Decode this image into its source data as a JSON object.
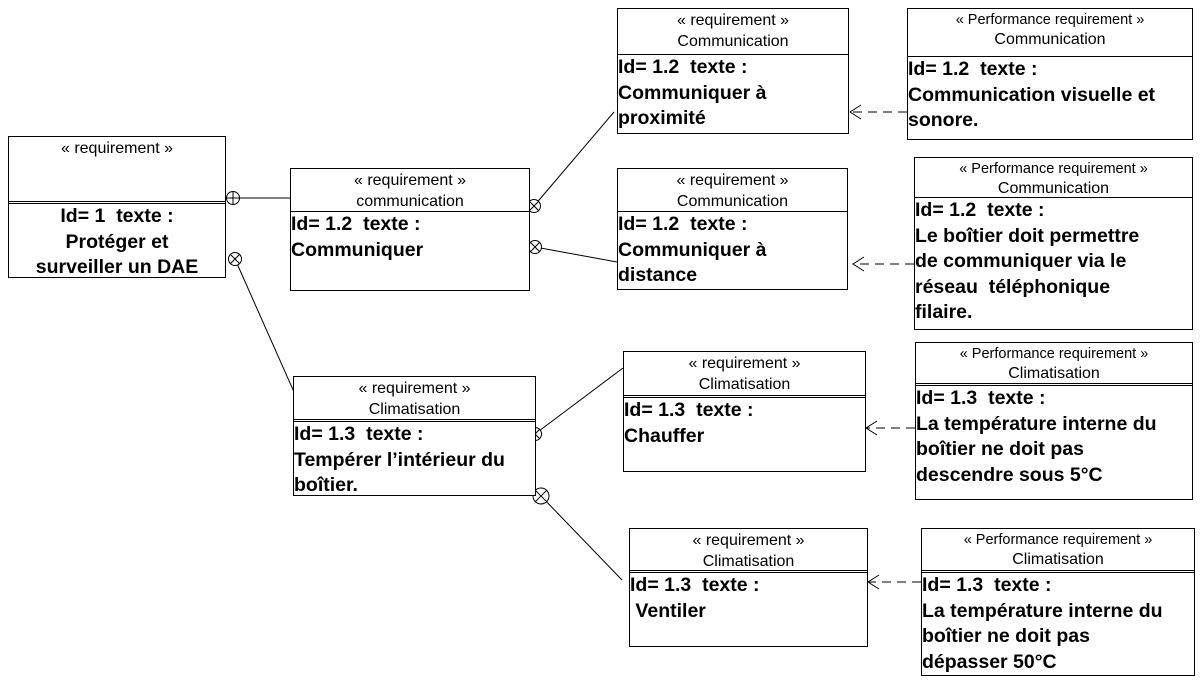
{
  "req1": {
    "stereotype": "« requirement »",
    "name": "",
    "text": "Id= 1  texte :\nProtéger et\nsurveiller un DAE"
  },
  "req12": {
    "stereotype": "« requirement »",
    "name": "communication",
    "text": "Id= 1.2  texte :\nCommuniquer"
  },
  "req13": {
    "stereotype": "« requirement »",
    "name": "Climatisation",
    "text": "Id= 1.3  texte :\nTempérer l’intérieur du\nboîtier."
  },
  "req12a": {
    "stereotype": "« requirement »",
    "name": "Communication",
    "text": "Id= 1.2  texte :\nCommuniquer à\nproximité"
  },
  "req12b": {
    "stereotype": "« requirement »",
    "name": "Communication",
    "text": "Id= 1.2  texte :\nCommuniquer à\ndistance"
  },
  "req13a": {
    "stereotype": "« requirement »",
    "name": "Climatisation",
    "text": "Id= 1.3  texte :\nChauffer"
  },
  "req13b": {
    "stereotype": "« requirement »",
    "name": "Climatisation",
    "text": "Id= 1.3  texte :\n Ventiler"
  },
  "perf12a": {
    "stereotype": "« Performance requirement »",
    "name": "Communication",
    "text": "Id= 1.2  texte :\nCommunication visuelle et\nsonore."
  },
  "perf12b": {
    "stereotype": "« Performance requirement »",
    "name": "Communication",
    "text": "Id= 1.2  texte :\nLe boîtier doit permettre\nde communiquer via le\nréseau  téléphonique\nfilaire."
  },
  "perf13a": {
    "stereotype": "« Performance requirement »",
    "name": "Climatisation",
    "text": "Id= 1.3  texte :\nLa température interne du\nboîtier ne doit pas\ndescendre sous 5°C"
  },
  "perf13b": {
    "stereotype": "« Performance requirement »",
    "name": "Climatisation",
    "text": "Id= 1.3  texte :\nLa température interne du\nboîtier ne doit pas\ndépasser 50°C"
  }
}
